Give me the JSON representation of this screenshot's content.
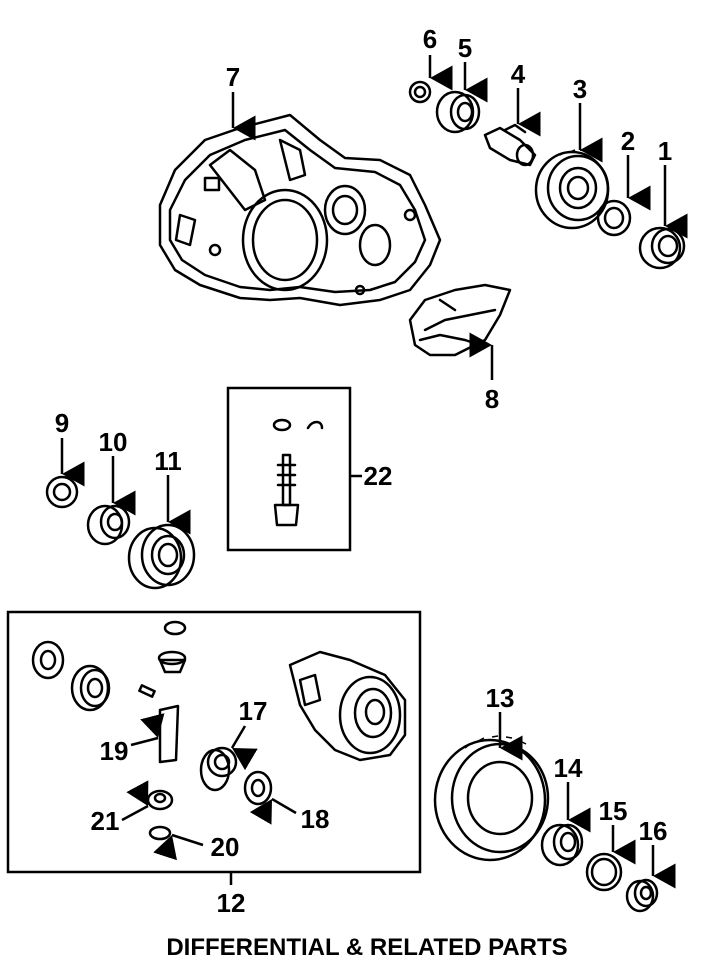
{
  "caption": "DIFFERENTIAL & RELATED PARTS",
  "callouts": {
    "c1": "1",
    "c2": "2",
    "c3": "3",
    "c4": "4",
    "c5": "5",
    "c6": "6",
    "c7": "7",
    "c8": "8",
    "c9": "9",
    "c10": "10",
    "c11": "11",
    "c12": "12",
    "c13": "13",
    "c14": "14",
    "c15": "15",
    "c16": "16",
    "c17": "17",
    "c18": "18",
    "c19": "19",
    "c20": "20",
    "c21": "21",
    "c22": "22"
  },
  "parts": [
    "transaxle-housing",
    "bearing",
    "seal",
    "ring-gear",
    "output-shaft",
    "bearing",
    "seal",
    "case-cover",
    "seal",
    "bearing",
    "bearing",
    "differential-assembly",
    "side-gear",
    "side-gear-washer",
    "pinion-shaft",
    "pinion-washer",
    "pinion-gear",
    "speedometer-drive-kit",
    "ring-gear",
    "bearing",
    "shim",
    "bearing"
  ]
}
